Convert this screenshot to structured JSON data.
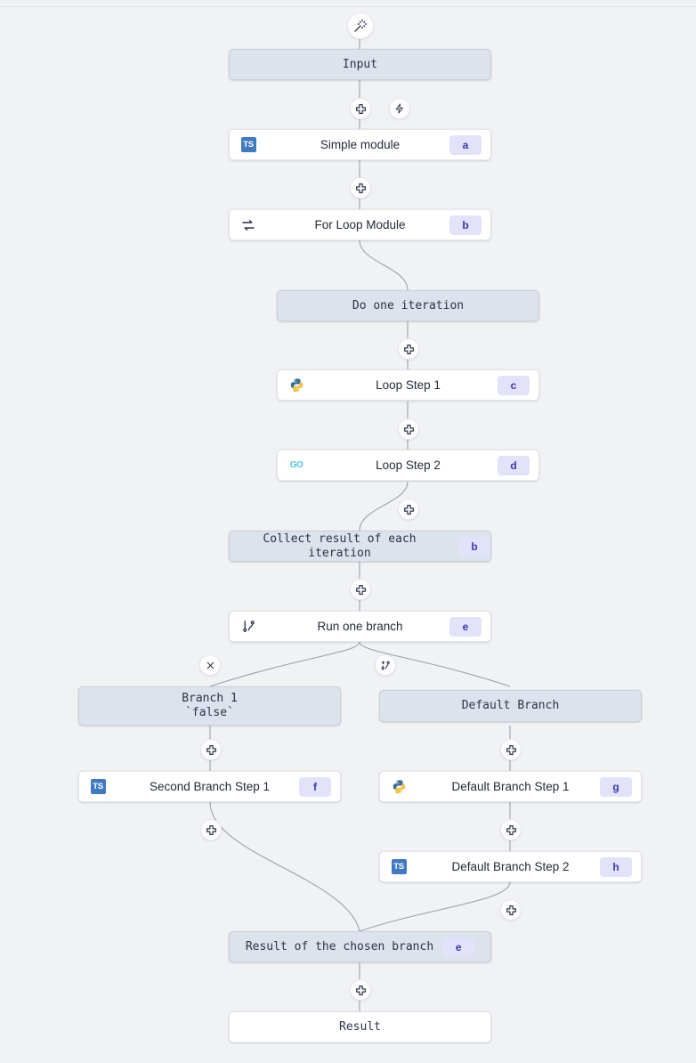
{
  "canvas": {
    "background": "#f1f2f4",
    "node_virtual_fill": "#dde3ec",
    "node_virtual_border": "#c9d1de",
    "node_module_fill": "#ffffff",
    "badge_fill": "#e2e2fb",
    "badge_text_color": "#3b35b0",
    "edge_color": "#9aa0ad"
  },
  "header": {
    "wand_icon": "magic-wand-icon"
  },
  "nodes": {
    "input": {
      "label": "Input",
      "type": "virtual"
    },
    "simple_module": {
      "label": "Simple module",
      "badge": "a",
      "lang": "typescript"
    },
    "for_loop_module": {
      "label": "For Loop Module",
      "badge": "b",
      "lang": "loop"
    },
    "do_one_iteration": {
      "label": "Do one iteration",
      "type": "virtual"
    },
    "loop_step_1": {
      "label": "Loop Step 1",
      "badge": "c",
      "lang": "python"
    },
    "loop_step_2": {
      "label": "Loop Step 2",
      "badge": "d",
      "lang": "go"
    },
    "collect_result": {
      "label": "Collect result of each iteration",
      "badge": "b",
      "type": "virtual"
    },
    "run_one_branch": {
      "label": "Run one branch",
      "badge": "e",
      "lang": "branch"
    },
    "branch_1": {
      "label": "Branch 1\n`false`",
      "type": "virtual"
    },
    "default_branch": {
      "label": "Default Branch",
      "type": "virtual"
    },
    "second_branch_step_1": {
      "label": "Second Branch Step 1",
      "badge": "f",
      "lang": "typescript"
    },
    "default_branch_step_1": {
      "label": "Default Branch Step 1",
      "badge": "g",
      "lang": "python"
    },
    "default_branch_step_2": {
      "label": "Default Branch Step 2",
      "badge": "h",
      "lang": "typescript"
    },
    "result_of_chosen_branch": {
      "label": "Result of the chosen branch",
      "badge": "e",
      "type": "virtual"
    },
    "result": {
      "label": "Result",
      "type": "terminal"
    }
  },
  "controls": {
    "add_step": "add-step-icon",
    "trigger": "lightning-bolt-icon",
    "remove_branch": "close-icon",
    "add_branch": "add-branch-icon"
  },
  "icon_labels": {
    "typescript": "TS",
    "go": "GO"
  }
}
